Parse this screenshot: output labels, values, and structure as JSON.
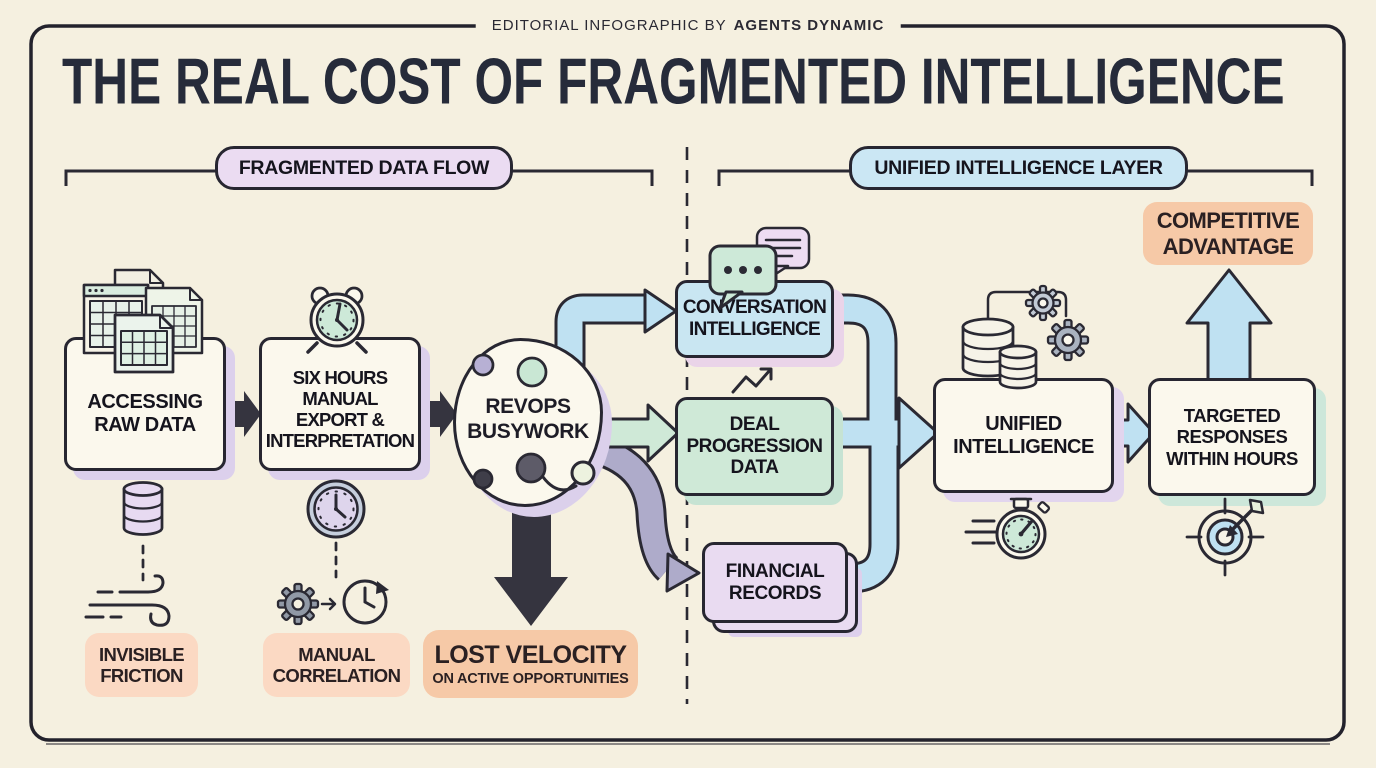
{
  "byline": {
    "prefix": "EDITORIAL INFOGRAPHIC BY",
    "brand": "AGENTS DYNAMIC"
  },
  "title": "THE REAL COST OF FRAGMENTED INTELLIGENCE",
  "section_labels": {
    "left": "FRAGMENTED DATA FLOW",
    "right": "UNIFIED INTELLIGENCE LAYER"
  },
  "nodes": {
    "accessing_raw_data": {
      "lines": [
        "ACCESSING",
        "RAW DATA"
      ]
    },
    "six_hours": {
      "lines": [
        "SIX HOURS",
        "MANUAL",
        "EXPORT &",
        "INTERPRETATION"
      ]
    },
    "revops_busywork": {
      "lines": [
        "REVOPS",
        "BUSYWORK"
      ]
    },
    "conversation_intelligence": {
      "lines": [
        "CONVERSATION",
        "INTELLIGENCE"
      ]
    },
    "deal_progression": {
      "lines": [
        "DEAL",
        "PROGRESSION",
        "DATA"
      ]
    },
    "financial_records": {
      "lines": [
        "FINANCIAL",
        "RECORDS"
      ]
    },
    "unified_intelligence": {
      "lines": [
        "UNIFIED",
        "INTELLIGENCE"
      ]
    },
    "targeted_responses": {
      "lines": [
        "TARGETED",
        "RESPONSES",
        "WITHIN HOURS"
      ]
    },
    "competitive_advantage": {
      "lines": [
        "COMPETITIVE",
        "ADVANTAGE"
      ]
    }
  },
  "callouts": {
    "invisible_friction": {
      "lines": [
        "INVISIBLE",
        "FRICTION"
      ]
    },
    "manual_correlation": {
      "lines": [
        "MANUAL",
        "CORRELATION"
      ]
    },
    "lost_velocity": {
      "title": "LOST VELOCITY",
      "subtitle": "ON ACTIVE OPPORTUNITIES"
    }
  },
  "icons": [
    "spreadsheet-stack-icon",
    "alarm-clock-icon",
    "process-blob",
    "chat-bubbles-icon",
    "trend-up-icon",
    "database-gears-icon",
    "speed-stopwatch-icon",
    "target-arrow-icon",
    "database-cylinder-icon",
    "wind-friction-icon",
    "wall-clock-icon",
    "gear-to-clock-icon"
  ],
  "colors": {
    "background": "#f5f0e0",
    "ink": "#272631",
    "card_cream": "#fbf8ed",
    "lavender": "#ebdcf2",
    "sky_blue": "#c9e6f2",
    "mint": "#cfe9d7",
    "peach": "#f6c9a7",
    "peach_light": "#fbd9c3",
    "pipe_blue": "#bfe1f2",
    "pipe_purple": "#aeabca",
    "arrow_dark": "#35343f"
  }
}
